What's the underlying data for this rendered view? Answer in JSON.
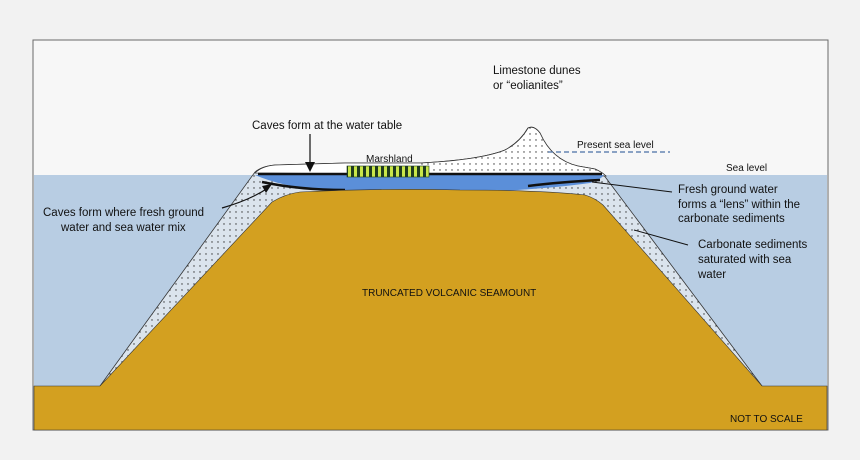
{
  "labels": {
    "limestone_dunes_line1": "Limestone dunes",
    "limestone_dunes_line2": "or “eolianites”",
    "caves_water_table": "Caves form at the water table",
    "present_sea_level": "Present sea level",
    "marshland": "Marshland",
    "sea_level": "Sea level",
    "fresh_water_line1": "Fresh ground water",
    "fresh_water_line2": "forms a “lens” within the",
    "fresh_water_line3": "carbonate sediments",
    "caves_mix_line1": "Caves form where fresh ground",
    "caves_mix_line2": "water and sea water mix",
    "carbonate_line1": "Carbonate sediments",
    "carbonate_line2": "saturated with sea",
    "carbonate_line3": "water",
    "seamount": "TRUNCATED VOLCANIC SEAMOUNT",
    "not_to_scale": "NOT TO SCALE"
  },
  "colors": {
    "sky": "#f7f7f7",
    "sea": "#b8cde3",
    "seamount": "#d3a020",
    "sediment": "#d6e1ec",
    "lens": "#5b8fd9",
    "marsh_stripe": "#c9e64a"
  }
}
